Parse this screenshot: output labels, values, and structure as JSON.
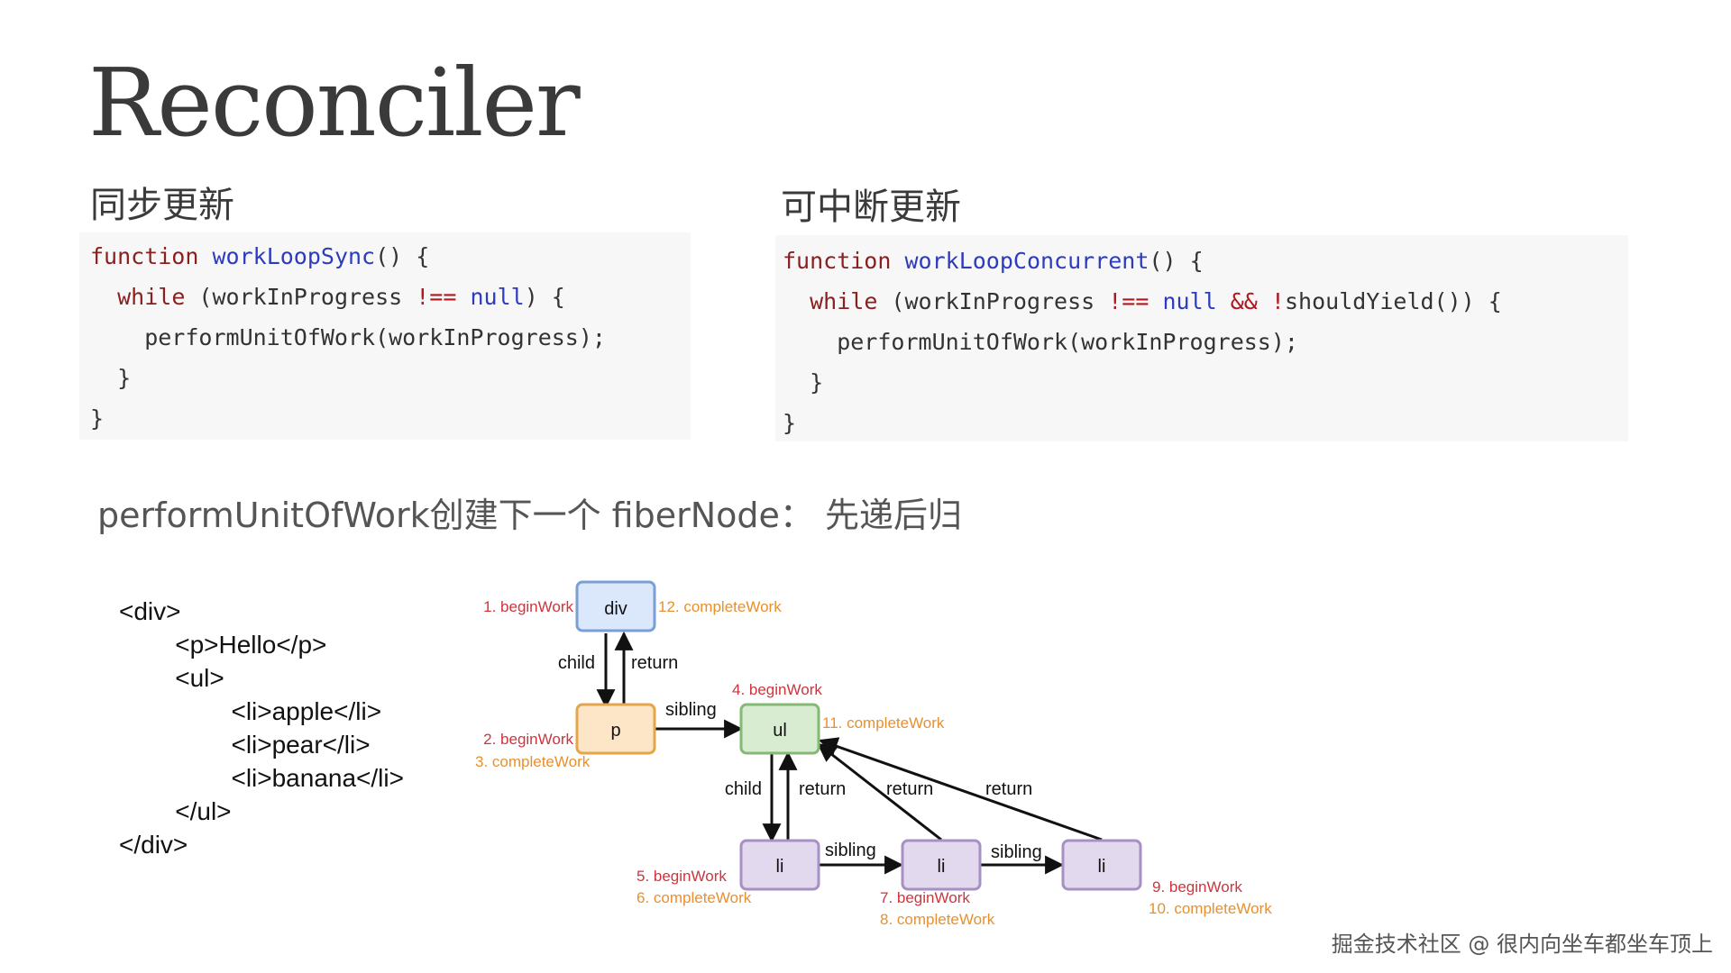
{
  "title": "Reconciler",
  "sync": {
    "heading": "同步更新",
    "code": [
      [
        [
          "kw",
          "function"
        ],
        [
          "plain",
          " "
        ],
        [
          "fn",
          "workLoopSync"
        ],
        [
          "plain",
          "() {"
        ]
      ],
      [
        [
          "plain",
          "  "
        ],
        [
          "kw",
          "while"
        ],
        [
          "plain",
          " (workInProgress "
        ],
        [
          "op",
          "!=="
        ],
        [
          "plain",
          " "
        ],
        [
          "nul",
          "null"
        ],
        [
          "plain",
          ") {"
        ]
      ],
      [
        [
          "plain",
          "    performUnitOfWork(workInProgress);"
        ]
      ],
      [
        [
          "plain",
          "  }"
        ]
      ],
      [
        [
          "plain",
          "}"
        ]
      ]
    ]
  },
  "concurrent": {
    "heading": "可中断更新",
    "code": [
      [
        [
          "kw",
          "function"
        ],
        [
          "plain",
          " "
        ],
        [
          "fn",
          "workLoopConcurrent"
        ],
        [
          "plain",
          "() {"
        ]
      ],
      [
        [
          "plain",
          "  "
        ],
        [
          "kw",
          "while"
        ],
        [
          "plain",
          " (workInProgress "
        ],
        [
          "op",
          "!=="
        ],
        [
          "plain",
          " "
        ],
        [
          "nul",
          "null"
        ],
        [
          "plain",
          " "
        ],
        [
          "op",
          "&&"
        ],
        [
          "plain",
          " "
        ],
        [
          "op",
          "!"
        ],
        [
          "plain",
          "shouldYield()) {"
        ]
      ],
      [
        [
          "plain",
          "    performUnitOfWork(workInProgress);"
        ]
      ],
      [
        [
          "plain",
          "  }"
        ]
      ],
      [
        [
          "plain",
          "}"
        ]
      ]
    ]
  },
  "subtitle": "performUnitOfWork创建下一个 fiberNode： 先递后归",
  "html_tree": [
    "<div>",
    "        <p>Hello</p>",
    "        <ul>",
    "                <li>apple</li>",
    "                <li>pear</li>",
    "                <li>banana</li>",
    "        </ul>",
    "</div>"
  ],
  "diagram": {
    "nodes": {
      "div": "div",
      "p": "p",
      "ul": "ul",
      "li1": "li",
      "li2": "li",
      "li3": "li"
    },
    "edge_labels": {
      "div_p_child": "child",
      "p_div_return": "return",
      "p_ul_sibling": "sibling",
      "ul_li1_child": "child",
      "li1_ul_return": "return",
      "li2_ul_return": "return",
      "li3_ul_return": "return",
      "li1_li2_sibling": "sibling",
      "li2_li3_sibling": "sibling"
    },
    "steps": {
      "div_begin": "1. beginWork",
      "div_complete": "12. completeWork",
      "p_begin": "2. beginWork",
      "p_complete": "3. completeWork",
      "ul_begin": "4. beginWork",
      "ul_complete": "11. completeWork",
      "li1_begin": "5. beginWork",
      "li1_complete": "6. completeWork",
      "li2_begin": "7. beginWork",
      "li2_complete": "8. completeWork",
      "li3_begin": "9. beginWork",
      "li3_complete": "10. completeWork"
    },
    "colors": {
      "begin": "#d0343c",
      "complete": "#e8902e",
      "div_fill": "#dbe8fb",
      "div_stroke": "#7a9fd6",
      "p_fill": "#fde6c8",
      "p_stroke": "#e5a54a",
      "ul_fill": "#d8ecd2",
      "ul_stroke": "#86b876",
      "li_fill": "#e3d9ee",
      "li_stroke": "#a690c4"
    }
  },
  "watermark": "掘金技术社区 @ 很内向坐车都坐车顶上"
}
